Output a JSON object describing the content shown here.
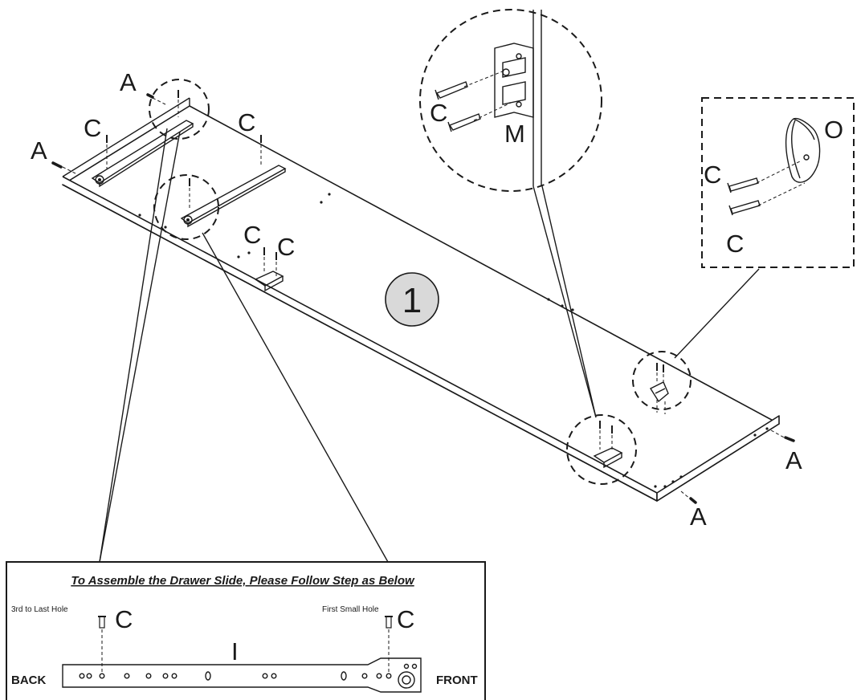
{
  "step": {
    "number": "1"
  },
  "part_labels": {
    "screw": "C",
    "dowel": "A",
    "bracket": "M",
    "stop": "O"
  },
  "detail_box": {
    "title": "To Assemble the Drawer Slide, Please Follow Step as Below",
    "left_note": "3rd to Last Hole",
    "right_note": "First Small Hole",
    "screw_label": "C",
    "slide_label": "I",
    "back_label": "BACK",
    "front_label": "FRONT"
  },
  "colors": {
    "ink": "#1a1a1a",
    "step_badge": "#d9d9d9",
    "background": "#ffffff"
  }
}
